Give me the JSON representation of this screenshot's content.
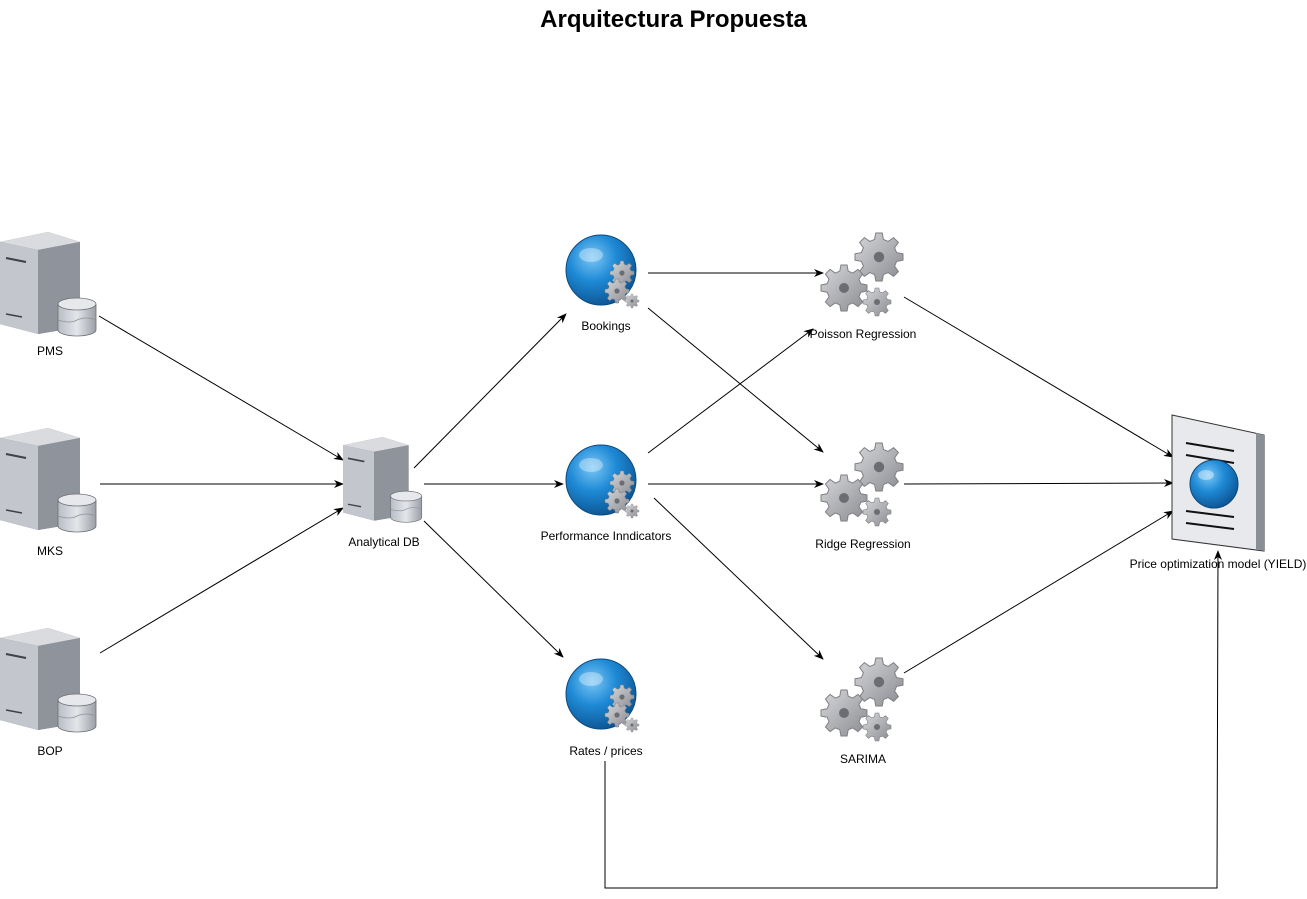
{
  "title": "Arquitectura Propuesta",
  "nodes": {
    "pms": {
      "label": "PMS",
      "icon": "database-server-icon"
    },
    "mks": {
      "label": "MKS",
      "icon": "database-server-icon"
    },
    "bop": {
      "label": "BOP",
      "icon": "database-server-icon"
    },
    "analytical_db": {
      "label": "Analytical DB",
      "icon": "database-server-icon"
    },
    "bookings": {
      "label": "Bookings",
      "icon": "web-service-gears-icon"
    },
    "performance": {
      "label": "Performance Inndicators",
      "icon": "web-service-gears-icon"
    },
    "rates": {
      "label": "Rates / prices",
      "icon": "web-service-gears-icon"
    },
    "poisson": {
      "label": "Poisson Regression",
      "icon": "gears-icon"
    },
    "ridge": {
      "label": "Ridge Regression",
      "icon": "gears-icon"
    },
    "sarima": {
      "label": "SARIMA",
      "icon": "gears-icon"
    },
    "yield": {
      "label": "Price optimization model (YIELD)",
      "icon": "web-document-icon"
    }
  },
  "edges": [
    [
      "pms",
      "analytical_db"
    ],
    [
      "mks",
      "analytical_db"
    ],
    [
      "bop",
      "analytical_db"
    ],
    [
      "analytical_db",
      "bookings"
    ],
    [
      "analytical_db",
      "performance"
    ],
    [
      "analytical_db",
      "rates"
    ],
    [
      "bookings",
      "poisson"
    ],
    [
      "bookings",
      "ridge"
    ],
    [
      "performance",
      "poisson"
    ],
    [
      "performance",
      "ridge"
    ],
    [
      "performance",
      "sarima"
    ],
    [
      "poisson",
      "yield"
    ],
    [
      "ridge",
      "yield"
    ],
    [
      "sarima",
      "yield"
    ],
    [
      "rates",
      "yield"
    ]
  ],
  "colors": {
    "globe": "#1a7fd0",
    "gear": "#a9aaae",
    "server": "#9c9fa6"
  }
}
